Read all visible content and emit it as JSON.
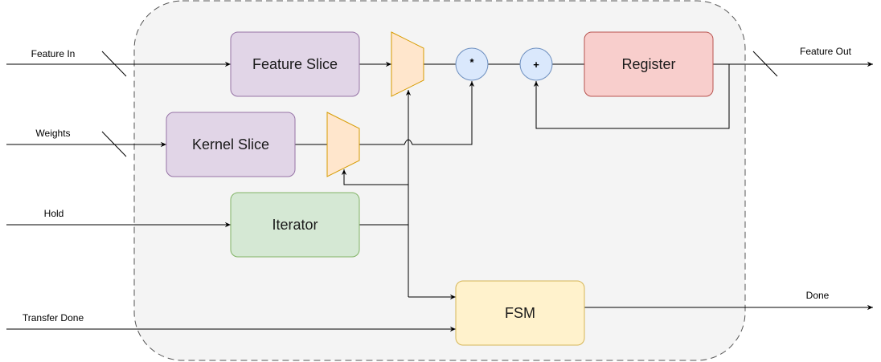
{
  "inputs": {
    "feature_in": "Feature In",
    "weights": "Weights",
    "hold": "Hold",
    "transfer_done": "Transfer Done"
  },
  "outputs": {
    "feature_out": "Feature Out",
    "done": "Done"
  },
  "blocks": {
    "feature_slice": "Feature Slice",
    "kernel_slice": "Kernel Slice",
    "iterator": "Iterator",
    "register": "Register",
    "fsm": "FSM"
  },
  "operators": {
    "multiply": "*",
    "add": "+"
  },
  "colors": {
    "container_fill": "#f4f4f4",
    "container_stroke": "#555555",
    "slice_fill": "#e1d5e7",
    "slice_stroke": "#9673a6",
    "iterator_fill": "#d5e8d4",
    "iterator_stroke": "#82b366",
    "register_fill": "#f8cecc",
    "register_stroke": "#b85450",
    "fsm_fill": "#fff2cc",
    "fsm_stroke": "#d6b656",
    "mux_fill": "#ffe6cc",
    "mux_stroke": "#d79b00",
    "operator_fill": "#dae8fc",
    "operator_stroke": "#6c8ebf"
  }
}
